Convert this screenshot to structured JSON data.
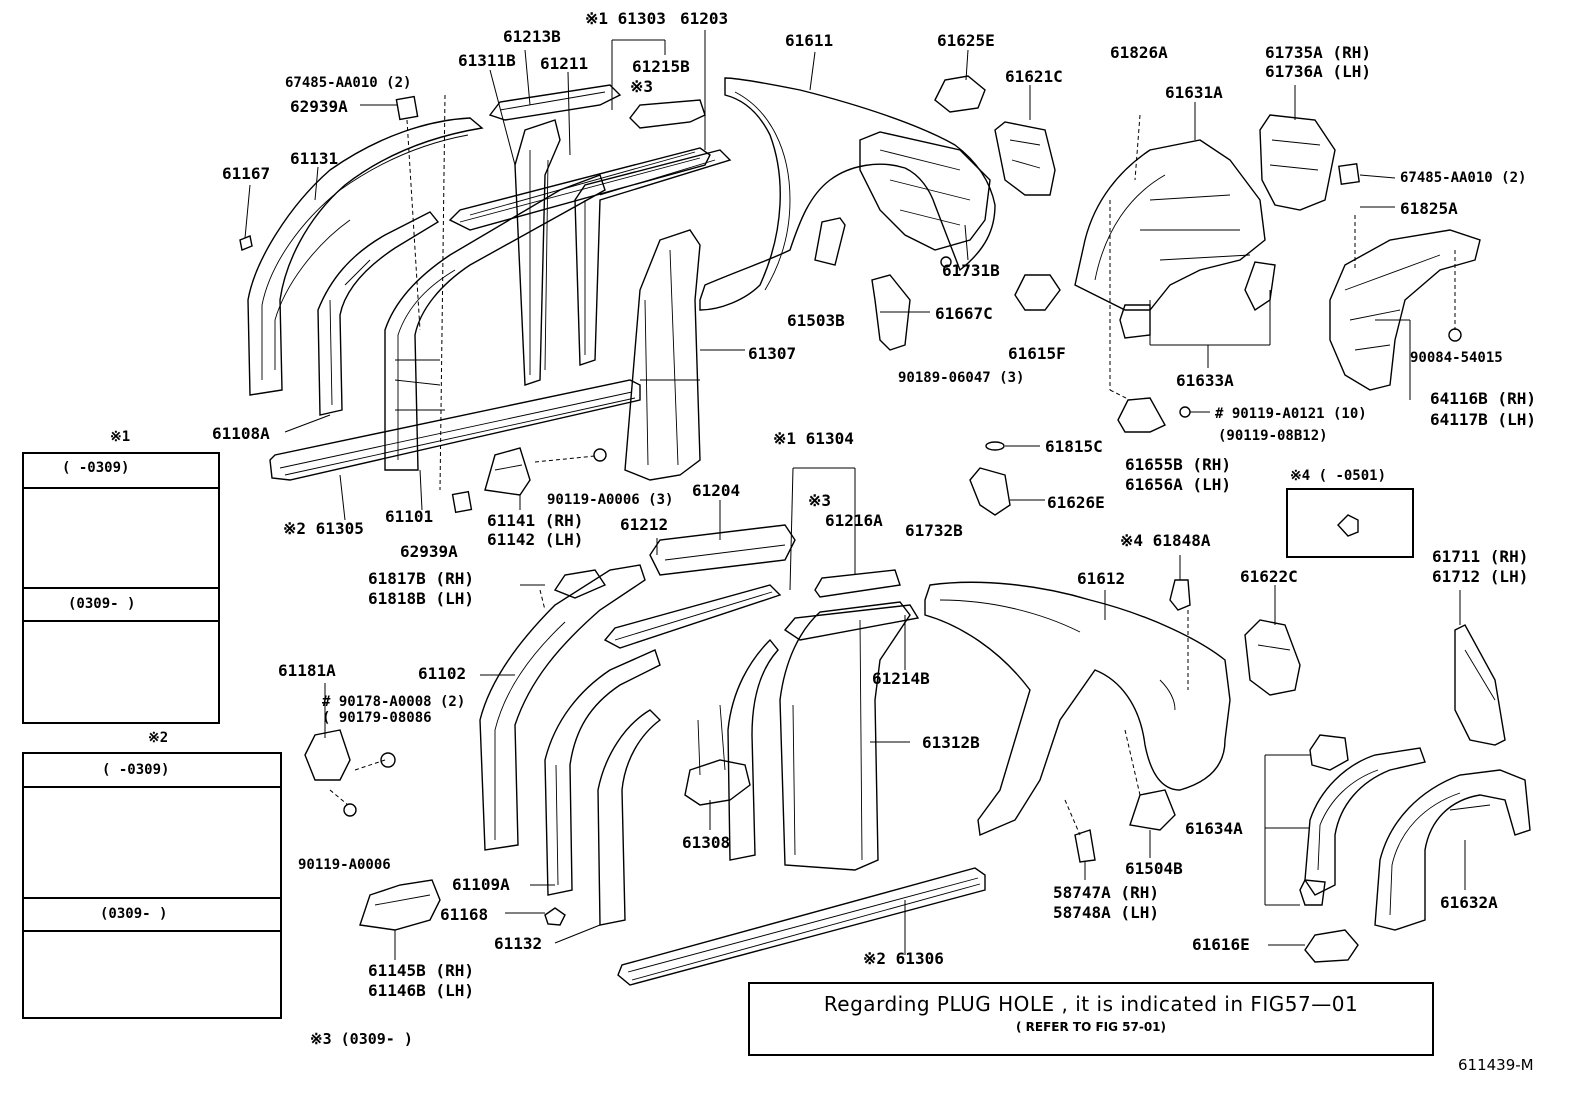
{
  "figure_number": "611439-M",
  "note": {
    "main": "Regarding PLUG HOLE , it is indicated in FIG57—01",
    "sub": "( REFER TO FIG 57-01)"
  },
  "insets": {
    "inset1": {
      "marker": "※1",
      "rows": [
        "(       -0309)",
        "(0309-       )"
      ]
    },
    "inset2": {
      "marker": "※2",
      "rows": [
        "(       -0309)",
        "(0309-       )"
      ]
    },
    "inset3": {
      "label": "※3 (0309-       )"
    },
    "inset4": {
      "label": "※4 (       -0501)"
    }
  },
  "labels": {
    "p61213B": "61213B",
    "p61303": "※1 61303",
    "p61203": "61203",
    "p61611": "61611",
    "p61625E": "61625E",
    "p61826A": "61826A",
    "p61735A": "61735A (RH)",
    "p61736A": "61736A (LH)",
    "p67485_1": "67485-AA010 (2)",
    "p61311B": "61311B",
    "p61211": "61211",
    "p61215B": "61215B",
    "p_note3a": "※3",
    "p62939A_1": "62939A",
    "p61621C": "61621C",
    "p61631A": "61631A",
    "p67485_2": "67485-AA010 (2)",
    "p61167": "61167",
    "p61131": "61131",
    "p61825A": "61825A",
    "p61731B": "61731B",
    "p61503B": "61503B",
    "p61667C": "61667C",
    "p61307": "61307",
    "p90189": "90189-06047 (3)",
    "p61615F": "61615F",
    "p61633A": "61633A",
    "p90084": "90084-54015",
    "p64116B": "64116B (RH)",
    "p64117B": "64117B (LH)",
    "p61108A": "61108A",
    "p90119_A0121": "# 90119-A0121 (10)",
    "p90119_08B12": "(90119-08B12)",
    "p61304": "※1 61304",
    "p61815C": "61815C",
    "p61655B": "61655B (RH)",
    "p61656A": "61656A (LH)",
    "p90119_A0006_3": "90119-A0006 (3)",
    "p61305": "※2 61305",
    "p61101": "61101",
    "p61141": "61141 (RH)",
    "p61142": "61142 (LH)",
    "p61204": "61204",
    "p_note3b": "※3",
    "p61216A": "61216A",
    "p61626E": "61626E",
    "p62939A_2": "62939A",
    "p61212": "61212",
    "p61732B": "61732B",
    "p61848A": "※4 61848A",
    "p61817B": "61817B (RH)",
    "p61818B": "61818B (LH)",
    "p61612": "61612",
    "p61622C": "61622C",
    "p61711": "61711 (RH)",
    "p61712": "61712 (LH)",
    "p61181A": "61181A",
    "p61102": "61102",
    "p61214B": "61214B",
    "p90178": "# 90178-A0008 (2)",
    "p90179": "( 90179-08086",
    "p61312B": "61312B",
    "p61634A": "61634A",
    "p61308": "61308",
    "p90119_A0006": "90119-A0006",
    "p61504B": "61504B",
    "p61109A": "61109A",
    "p58747A": "58747A (RH)",
    "p58748A": "58748A (LH)",
    "p61632A": "61632A",
    "p61168": "61168",
    "p61132": "61132",
    "p61616E": "61616E",
    "p61306": "※2 61306",
    "p61145B": "61145B (RH)",
    "p61146B": "61146B (LH)"
  }
}
